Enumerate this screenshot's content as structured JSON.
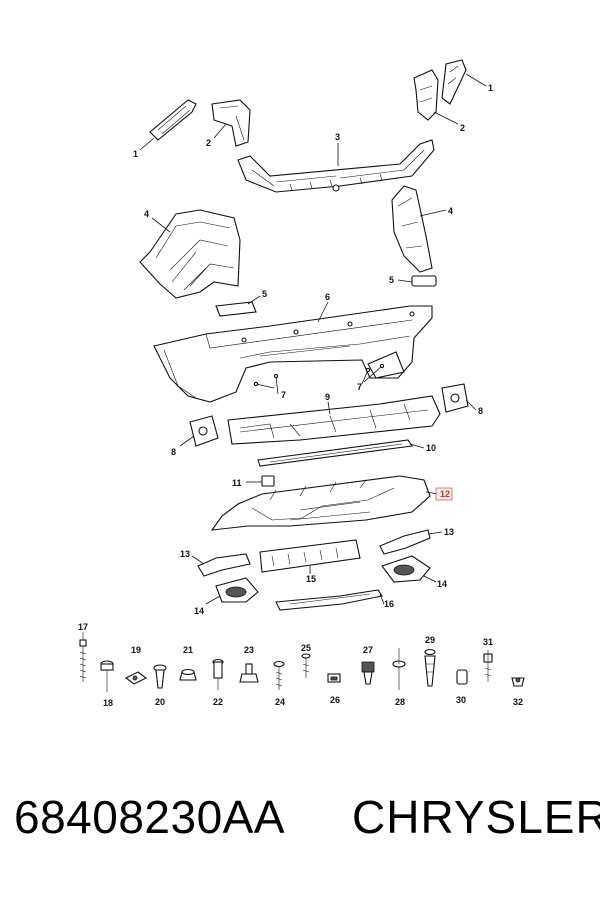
{
  "callouts": [
    "1",
    "2",
    "3",
    "4",
    "5",
    "6",
    "7",
    "8",
    "9",
    "10",
    "11",
    "12",
    "13",
    "14",
    "15",
    "16",
    "17",
    "18",
    "19",
    "20",
    "21",
    "22",
    "23",
    "24",
    "25",
    "26",
    "27",
    "28",
    "29",
    "30",
    "31",
    "32"
  ],
  "highlighted_callout": "12",
  "footer": {
    "part_number": "68408230AA",
    "brand": "CHRYSLER"
  }
}
